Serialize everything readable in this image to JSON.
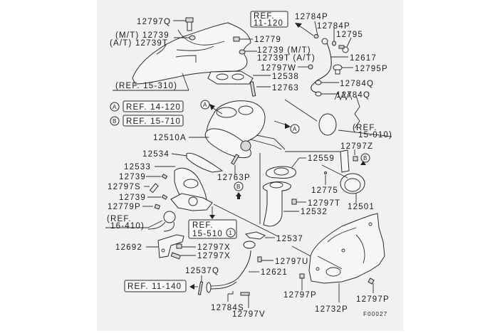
{
  "diagram": {
    "figure_id": "F00027",
    "parts": {
      "p12797Q_top": "12797Q",
      "p12739_mt": "(M/T) 12739",
      "p12739T_at": "(A/T) 12739T",
      "ref_15_310": "(REF. 15-310)",
      "p12779": "12779",
      "p12739_mt_r": "12739  (M/T)",
      "p12739T_at_r": "12739T  (A/T)",
      "p12538": "12538",
      "p12763": "12763",
      "p12784P_a": "12784P",
      "p12784P_b": "12784P",
      "p12795": "12795",
      "p12617": "12617",
      "p12797W": "12797W",
      "p12795P": "12795P",
      "p12784Q_a": "12784Q",
      "p12784Q_b": "12784Q",
      "p12510A": "12510A",
      "p12534": "12534",
      "p12533": "12533",
      "p12763P": "12763P",
      "p12739_l1": "12739",
      "p12797S": "12797S",
      "p12739_l2": "12739",
      "p12779P": "12779P",
      "p12559": "12559",
      "p12797Z": "12797Z",
      "p12775": "12775",
      "p12797T": "12797T",
      "p12501": "12501",
      "p12532": "12532",
      "p12537": "12537",
      "p12692": "12692",
      "p12797X_a": "12797X",
      "p12797X_b": "12797X",
      "p12797U": "12797U",
      "p12621": "12621",
      "p12537Q": "12537Q",
      "p12784S": "12784S",
      "p12797V": "12797V",
      "p12797P_a": "12797P",
      "p12797P_b": "12797P",
      "p12732P": "12732P"
    },
    "references": {
      "ref_11_120_line1": "REF.",
      "ref_11_120_line2": "11-120",
      "ref_a_marker": "A",
      "ref_a_text": "REF. 14-120",
      "ref_b_marker": "B",
      "ref_b_text": "REF. 15-710",
      "ref_15_010_line1": "(REF.",
      "ref_15_010_line2": "15-010)",
      "ref_16_410_line1": "(REF.",
      "ref_16_410_line2": "16-410)",
      "ref_15_510_line1": "REF.",
      "ref_15_510_line2": "15-510",
      "ref_15_510_circle": "1",
      "ref_11_140": "REF. 11-140",
      "marker_A": "A",
      "marker_B": "B"
    }
  }
}
